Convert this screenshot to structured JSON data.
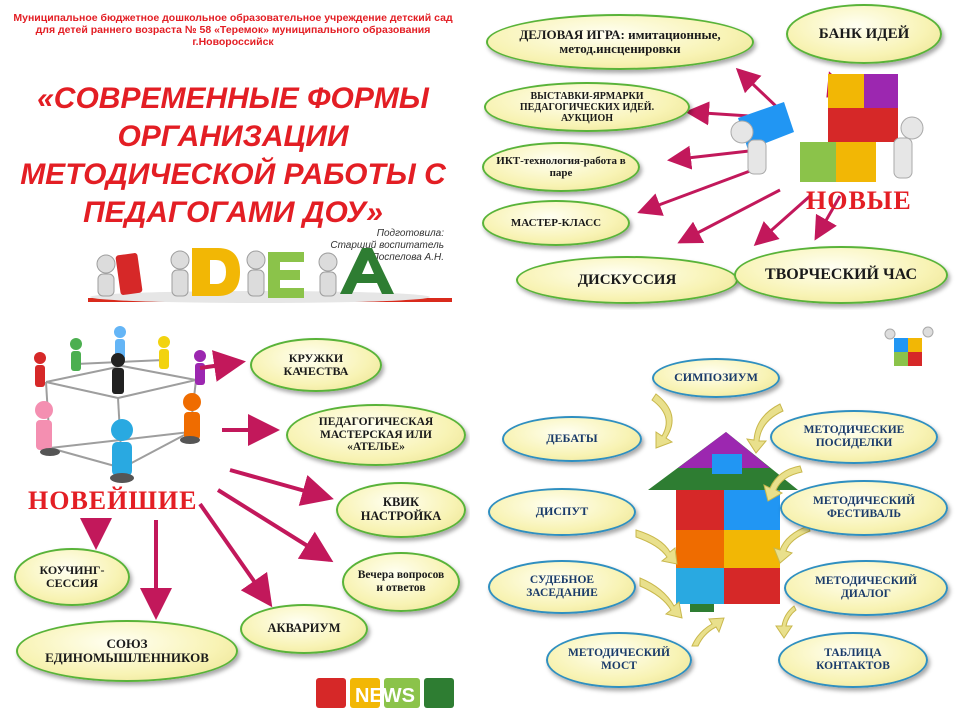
{
  "panel1": {
    "institution": "Муниципальное бюджетное дошкольное образовательное учреждение детский сад для детей раннего возраста № 58 «Теремок» муниципального образования г.Новороссийск",
    "title": "«СОВРЕМЕННЫЕ ФОРМЫ ОРГАНИЗАЦИИ МЕТОДИЧЕСКОЙ РАБОТЫ С ПЕДАГОГАМИ ДОУ»",
    "prepared_by_label": "Подготовила:",
    "prepared_by_role": "Старший воспитатель",
    "prepared_by_name": "Поспелова А.Н.",
    "logo_word": "IDEA"
  },
  "panel2": {
    "heading": "НОВЫЕ",
    "items": [
      "ДЕЛОВАЯ ИГРА: имитационные, метод.инсценировки",
      "БАНК ИДЕЙ",
      "ВЫСТАВКИ-ЯРМАРКИ ПЕДАГОГИЧЕСКИХ ИДЕЙ. АУКЦИОН",
      "ИКТ-технология-работа в паре",
      "МАСТЕР-КЛАСС",
      "ДИСКУССИЯ",
      "ТВОРЧЕСКИЙ ЧАС"
    ]
  },
  "panel3": {
    "heading": "НОВЕЙШИЕ",
    "items": [
      "КРУЖКИ КАЧЕСТВА",
      "ПЕДАГОГИЧЕСКАЯ МАСТЕРСКАЯ ИЛИ «АТЕЛЬЕ»",
      "КВИК НАСТРОЙКА",
      "Вечера вопросов и ответов",
      "АКВАРИУМ",
      "КОУЧИНГ-СЕССИЯ",
      "СОЮЗ ЕДИНОМЫШЛЕННИКОВ"
    ],
    "news_word": "NEWS"
  },
  "panel4": {
    "items": [
      "СИМПОЗИУМ",
      "ДЕБАТЫ",
      "МЕТОДИЧЕСКИЕ ПОСИДЕЛКИ",
      "ДИСПУТ",
      "МЕТОДИЧЕСКИЙ ФЕСТИВАЛЬ",
      "СУДЕБНОЕ ЗАСЕДАНИЕ",
      "МЕТОДИЧЕСКИЙ ДИАЛОГ",
      "МЕТОДИЧЕСКИЙ МОСТ",
      "ТАБЛИЦА КОНТАКТОВ"
    ]
  },
  "colors": {
    "accent_red": "#e31e24",
    "oval_fill": "#f8f3b4",
    "oval_border": "#59b339",
    "arrow": "#c2185b"
  }
}
